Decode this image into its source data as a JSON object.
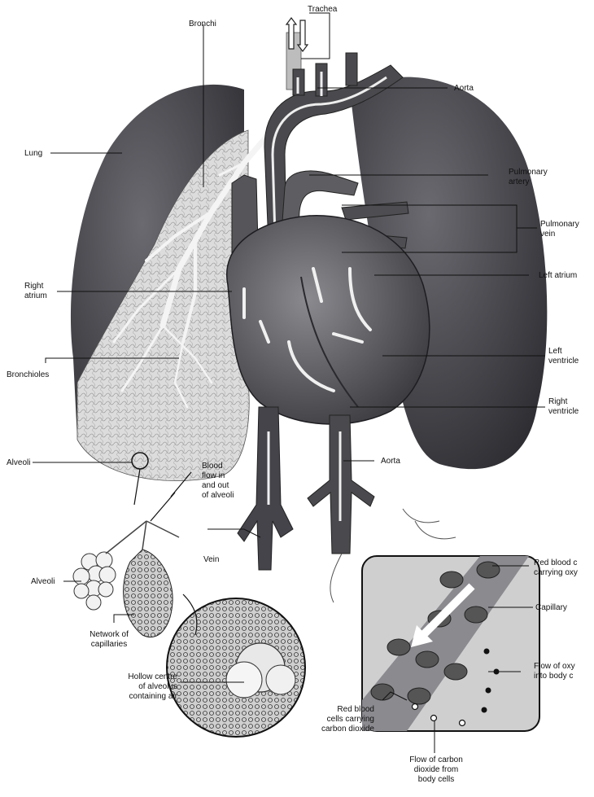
{
  "labels": {
    "trachea": "Trachea",
    "bronchi": "Bronchi",
    "aorta_top": "Aorta",
    "lung": "Lung",
    "pulmonary_artery": "Pulmonary\nartery",
    "pulmonary_vein": "Pulmonary\nvein",
    "left_atrium": "Left atrium",
    "right_atrium": "Right\natrium",
    "left_ventricle": "Left\nventricle",
    "bronchioles": "Bronchioles",
    "right_ventricle": "Right\nventricle",
    "alveoli_left": "Alveoli",
    "blood_flow": "Blood\nflow in\nand out\nof alveoli",
    "aorta_lower": "Aorta",
    "vein": "Vein",
    "red_blood_oxygen": "Red blood c\ncarrying oxy",
    "alveoli_cluster": "Alveoli",
    "capillary": "Capillary",
    "network": "Network of\ncapillaries",
    "flow_oxygen": "Flow of oxy\ninto body c",
    "hollow_centre": "Hollow centre\nof alveolus\ncontaining air",
    "red_blood_co2": "Red blood\ncells carrying\ncarbon dioxide",
    "flow_co2": "Flow of carbon\ndioxide from\nbody cells"
  },
  "colors": {
    "lung_dark": "#4a4a4f",
    "lung_light": "#d8d8d8",
    "heart": "#5a5a5f",
    "vessel": "#3c3c40",
    "highlight": "#f2f2f2",
    "line": "#111111"
  }
}
